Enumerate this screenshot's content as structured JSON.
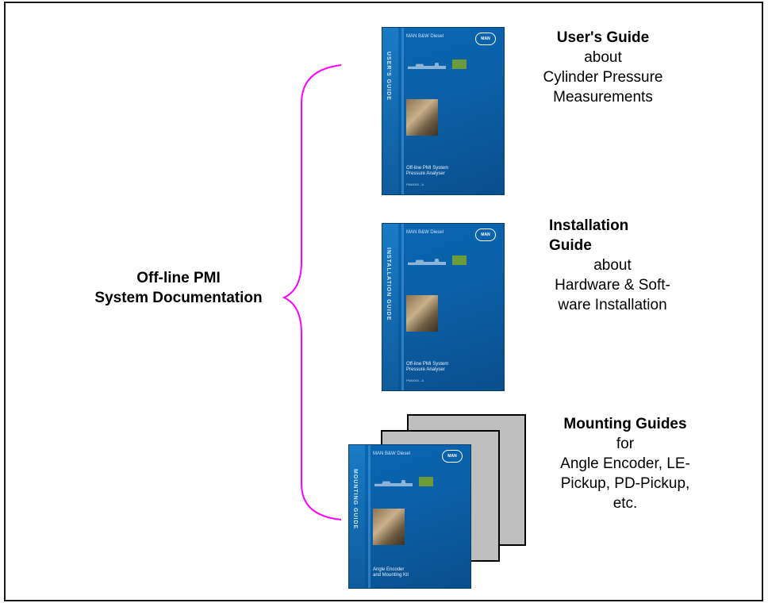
{
  "left_title": {
    "line1": "Off-line PMI",
    "line2": "System Documentation"
  },
  "brace_color": "#ff00ff",
  "items": [
    {
      "title": "User's Guide",
      "lines": [
        "about",
        "Cylinder Pressure",
        "Measurements"
      ],
      "book": {
        "brand": "MAN B&W Diesel",
        "logo": "MAN",
        "spine": "USER'S GUIDE",
        "subtitle1": "Off-line PMI System",
        "subtitle2": "Pressure Analyser",
        "code": "PMI0000 - A"
      }
    },
    {
      "title_line1": "Installation",
      "title_line2": "Guide",
      "lines": [
        "about",
        "Hardware & Soft-",
        "ware Installation"
      ],
      "book": {
        "brand": "MAN B&W Diesel",
        "logo": "MAN",
        "spine": "INSTALLATION GUIDE",
        "subtitle1": "Off-line PMI System",
        "subtitle2": "Pressure Analyser",
        "code": "PMI0000 - A"
      }
    },
    {
      "title": "Mounting Guides",
      "lines": [
        "for",
        "Angle Encoder, LE-",
        "Pickup, PD-Pickup,",
        "etc."
      ],
      "book": {
        "brand": "MAN B&W Diesel",
        "logo": "MAN",
        "spine": "MOUNTING GUIDE",
        "subtitle1": "Angle Encoder",
        "subtitle2": "and Mounting Kit"
      }
    }
  ]
}
